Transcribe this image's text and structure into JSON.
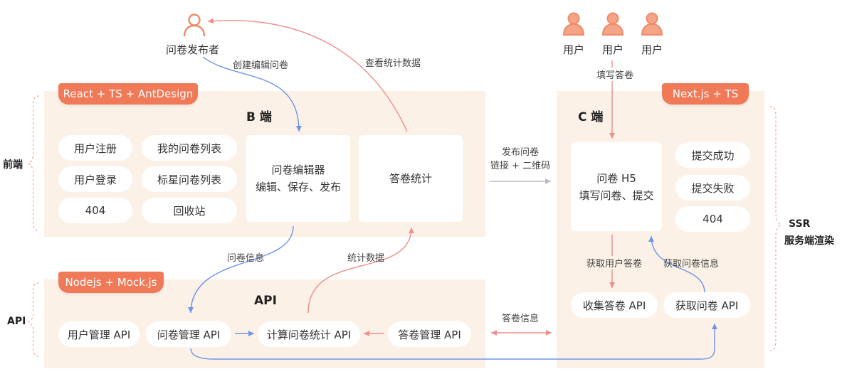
{
  "roles": {
    "publisher": "问卷发布者",
    "users": [
      "用户",
      "用户",
      "用户"
    ]
  },
  "side_labels": {
    "frontend": "前端",
    "api": "API",
    "ssr": [
      "SSR",
      "服务端渲染"
    ]
  },
  "b_panel": {
    "ribbon": "React + TS + AntDesign",
    "title": "B 端",
    "pills": [
      "用户注册",
      "我的问卷列表",
      "用户登录",
      "标星问卷列表",
      "404",
      "回收站"
    ],
    "editor": [
      "问卷编辑器",
      "编辑、保存、发布"
    ],
    "stats": "答卷统计"
  },
  "api_panel": {
    "ribbon": "Nodejs + Mock.js",
    "title": "API",
    "items": [
      "用户管理 API",
      "问卷管理 API",
      "计算问卷统计 API",
      "答卷管理 API"
    ]
  },
  "c_panel": {
    "ribbon": "Next.js + TS",
    "title": "C 端",
    "h5": [
      "问卷 H5",
      "填写问卷、提交"
    ],
    "pills": [
      "提交成功",
      "提交失败",
      "404"
    ],
    "apis": [
      "收集答卷 API",
      "获取问卷 API"
    ]
  },
  "flow_labels": {
    "create_edit": "创建编辑问卷",
    "view_stats": "查看统计数据",
    "fill_answer": "填写答卷",
    "publish": [
      "发布问卷",
      "链接 + 二维码"
    ],
    "questionnaire_info": "问卷信息",
    "stats_data": "统计数据",
    "answer_info": "答卷信息",
    "get_user_answer": "获取用户答卷",
    "get_questionnaire_info": "获取问卷信息"
  },
  "colors": {
    "panel_bg": "#fbf1e6",
    "ribbon": "#f07a58",
    "arrow_blue": "#6f95e8",
    "arrow_red": "#ef8f8b",
    "arrow_gray": "#b9bcc4",
    "person": "#f08b68"
  }
}
